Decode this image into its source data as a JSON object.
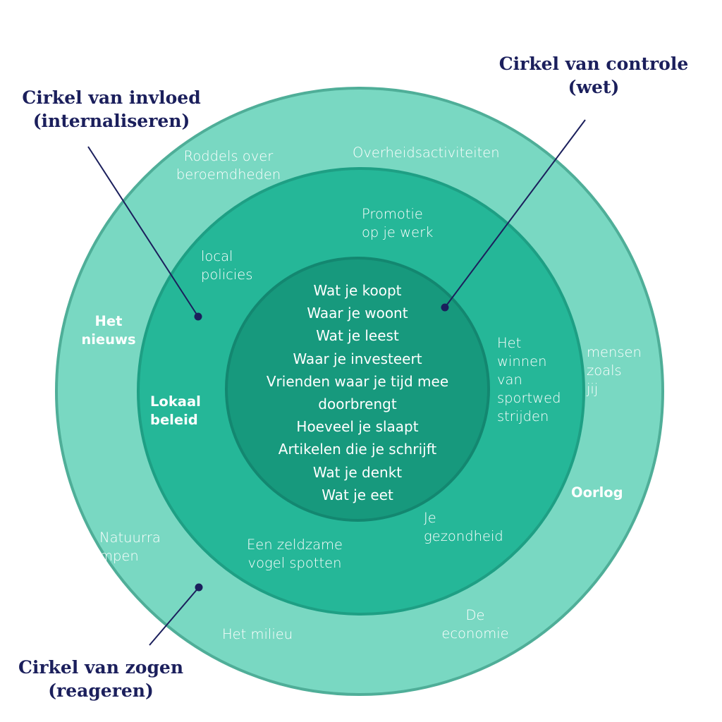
{
  "colors": {
    "outer": "#79d8c2",
    "outer_border": "#4fae98",
    "middle": "#25b798",
    "middle_border": "#1e9f84",
    "inner": "#17997d",
    "inner_border": "#138770",
    "navy": "#1b1f5c"
  },
  "labels": {
    "invloed": [
      "Cirkel van invloed",
      "(internaliseren)"
    ],
    "controle": [
      "Cirkel van controle",
      "(wet)"
    ],
    "zogen": [
      "Cirkel van zogen",
      "(reageren)"
    ]
  },
  "outer_items": {
    "roddels": [
      "Roddels over",
      "beroemdheden"
    ],
    "overheid": [
      "Overheidsactiviteiten"
    ],
    "nieuws": [
      "Het",
      "nieuws"
    ],
    "mensen": [
      "mensen",
      "zoals",
      "jij"
    ],
    "oorlog": [
      "Oorlog"
    ],
    "natuur": [
      "Natuurra",
      "mpen"
    ],
    "milieu": [
      "Het milieu"
    ],
    "economie": [
      "De",
      "economie"
    ]
  },
  "middle_items": {
    "promotie": [
      "Promotie",
      "op je werk"
    ],
    "local": [
      "local",
      "policies"
    ],
    "lokaal": [
      "Lokaal",
      "beleid"
    ],
    "winnen": [
      "Het",
      "winnen",
      "van",
      "sportwed",
      "strijden"
    ],
    "gezondheid": [
      "Je",
      "gezondheid"
    ],
    "vogel": [
      "Een zeldzame",
      "vogel spotten"
    ]
  },
  "inner_items": [
    "Wat je koopt",
    "Waar je woont",
    "Wat je leest",
    "Waar je investeert",
    "Vrienden waar je tijd mee",
    "doorbrengt",
    "Hoeveel je slaapt",
    "Artikelen die je schrijft",
    "Wat je denkt",
    "Wat je eet"
  ]
}
